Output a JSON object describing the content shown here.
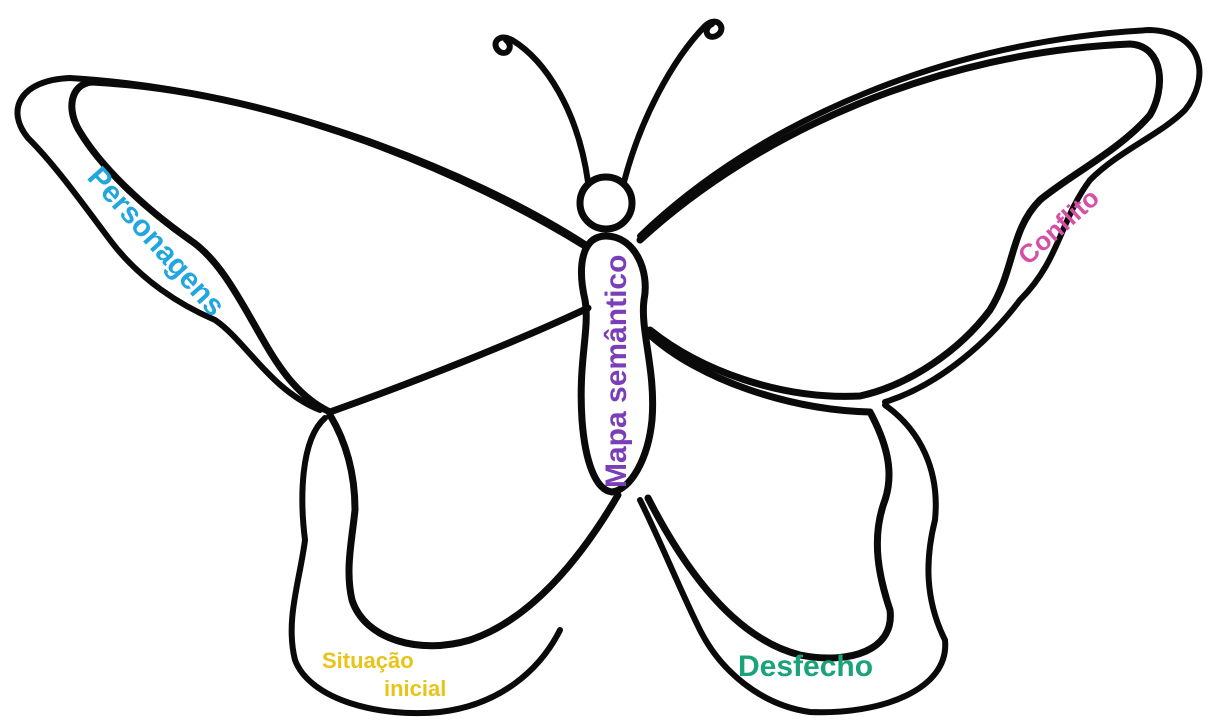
{
  "diagram": {
    "center": {
      "text": "Mapa semântico",
      "color": "#7a3fb8"
    },
    "upper_left_wing": {
      "text": "Personagens",
      "color": "#21a6e0"
    },
    "upper_right_wing": {
      "text": "Conflito",
      "color": "#d64fa6"
    },
    "lower_left_wing": {
      "line1": "Situação",
      "line2": "inicial",
      "color": "#e8c318"
    },
    "lower_right_wing": {
      "text": "Desfecho",
      "color": "#1aa37a"
    }
  }
}
